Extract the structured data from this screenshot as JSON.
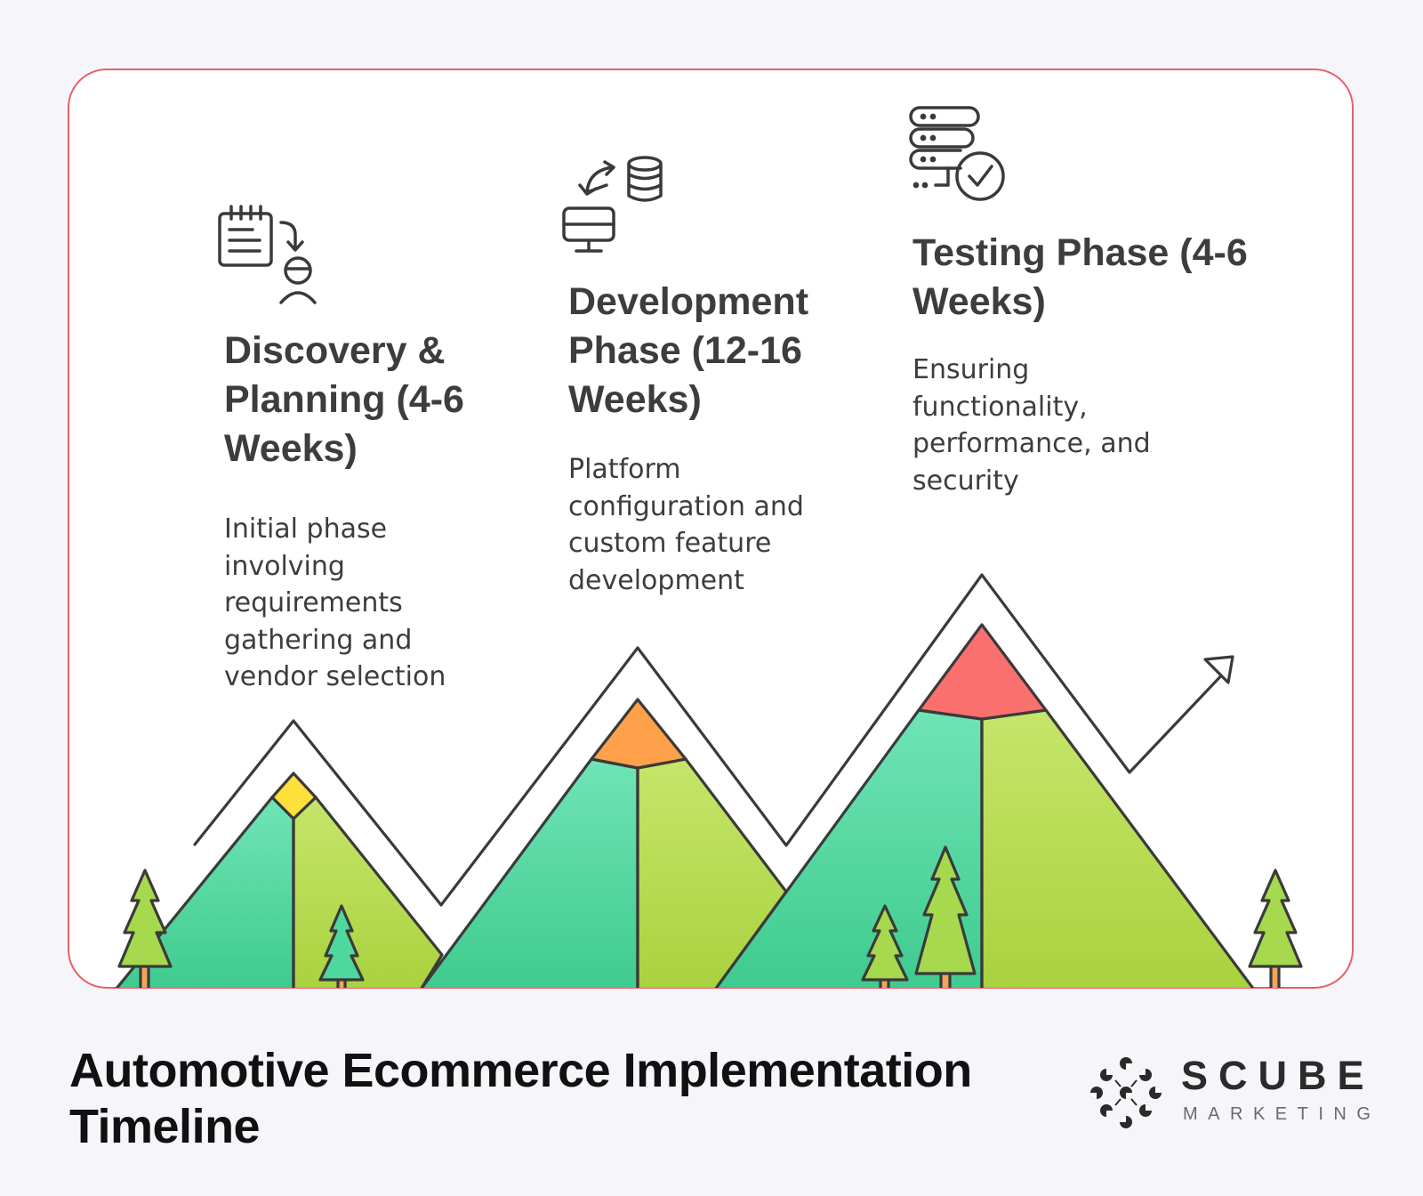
{
  "phases": [
    {
      "title": "Discovery & Planning (4-6 Weeks)",
      "title_lines": [
        "Discovery &",
        "Planning (4-6",
        "Weeks)"
      ],
      "description_lines": [
        "Initial phase",
        "involving",
        "requirements",
        "gathering and",
        "vendor selection"
      ],
      "peak_color": "#ffe03a",
      "icon": "clipboard-user-icon"
    },
    {
      "title": "Development Phase (12-16 Weeks)",
      "title_lines": [
        "Development",
        "Phase (12-16",
        "Weeks)"
      ],
      "description_lines": [
        "Platform",
        "configuration and",
        "custom feature",
        "development"
      ],
      "peak_color": "#ffa04a",
      "icon": "monitor-database-sync-icon"
    },
    {
      "title": "Testing Phase (4-6 Weeks)",
      "title_lines": [
        "Testing Phase (4-6",
        "Weeks)"
      ],
      "description_lines": [
        "Ensuring",
        "functionality,",
        "performance, and",
        "security"
      ],
      "peak_color": "#fa706e",
      "icon": "server-check-icon"
    }
  ],
  "footer": {
    "title_lines": [
      "Automotive Ecommerce Implementation",
      "Timeline"
    ]
  },
  "logo": {
    "name": "SCUBE",
    "sub": "MARKETING"
  },
  "colors": {
    "card_border": "#e5606c",
    "background": "#f6f5f9",
    "mountain_left": "#4fd89e",
    "mountain_right": "#b8df52",
    "tree": "#a6d94e",
    "outline": "#3a3a3a"
  }
}
